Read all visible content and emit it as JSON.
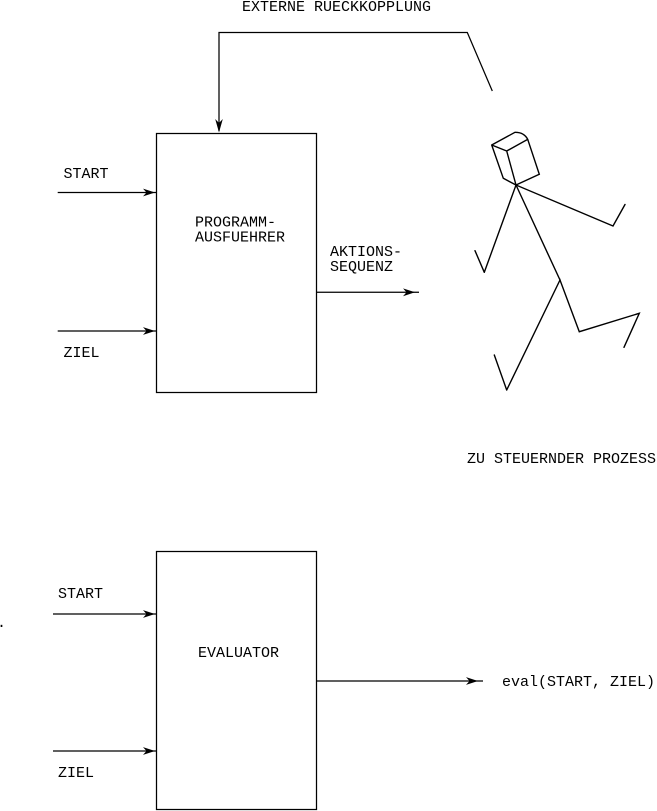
{
  "colors": {
    "background": "#ffffff",
    "ink": "#000000"
  },
  "top_diagram": {
    "feedback_label": "EXTERNE RUECKKOPPLUNG",
    "inputs": {
      "start": "START",
      "ziel": "ZIEL"
    },
    "box": {
      "line1": "PROGRAMM-",
      "line2": "AUSFUEHRER"
    },
    "output": {
      "line1": "AKTIONS-",
      "line2": "SEQUENZ"
    },
    "process_label": "ZU STEUERNDER PROZESS"
  },
  "bottom_diagram": {
    "inputs": {
      "start": "START",
      "ziel": "ZIEL"
    },
    "box": {
      "label": "EVALUATOR"
    },
    "output_label": "eval(START, ZIEL)"
  },
  "stray_mark": "."
}
